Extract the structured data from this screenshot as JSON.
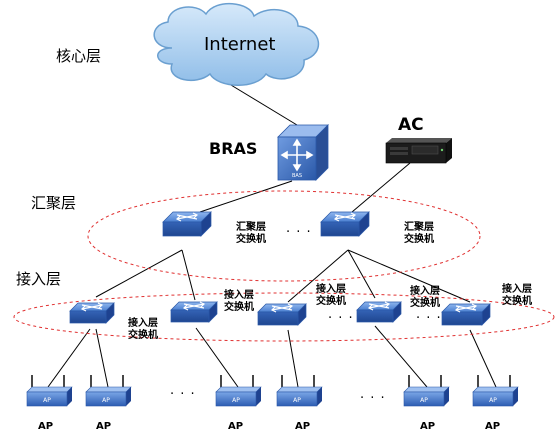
{
  "layers": {
    "core": "核心层",
    "aggregation": "汇聚层",
    "access": "接入层"
  },
  "cloud": {
    "label": "Internet"
  },
  "bras": {
    "label": "BRAS",
    "device_text": "BAS"
  },
  "ac": {
    "label": "AC"
  },
  "aggregation_switch": {
    "label": "汇聚层\n交换机"
  },
  "access_switch": {
    "label": "接入层\n交换机"
  },
  "ap": {
    "label": "AP",
    "device_text": "AP"
  },
  "ellipsis": "· · ·",
  "colors": {
    "cloud_fill": "#a9cdee",
    "cloud_stroke": "#6a9fd0",
    "switch_blue": "#3a6fc4",
    "dashed_ellipse": "#e03030",
    "line": "#000000"
  }
}
